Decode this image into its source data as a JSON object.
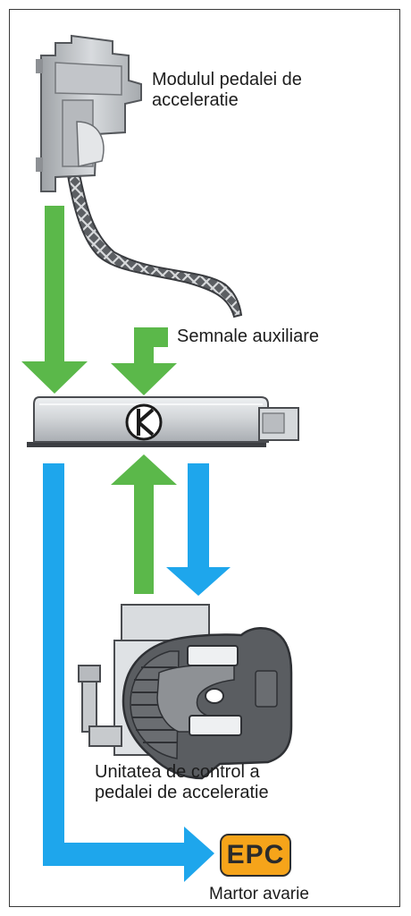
{
  "labels": {
    "pedal_module": [
      "Modulul pedalei de",
      "acceleratie"
    ],
    "aux_signals": "Semnale auxiliare",
    "control_unit": [
      "Unitatea de control a",
      "pedalei de acceleratie"
    ],
    "warning_lamp": "Martor avarie"
  },
  "badge": {
    "epc": "EPC"
  },
  "colors": {
    "green_arrow": "#5bb84a",
    "blue_arrow": "#1ea6ec",
    "epc_fill": "#f6a41a",
    "device_gray": "#c9ccd0",
    "device_dark": "#4a4c50"
  },
  "icons": [
    "accelerator-pedal-icon",
    "ecu-module-icon",
    "throttle-body-icon",
    "k-symbol-icon"
  ]
}
